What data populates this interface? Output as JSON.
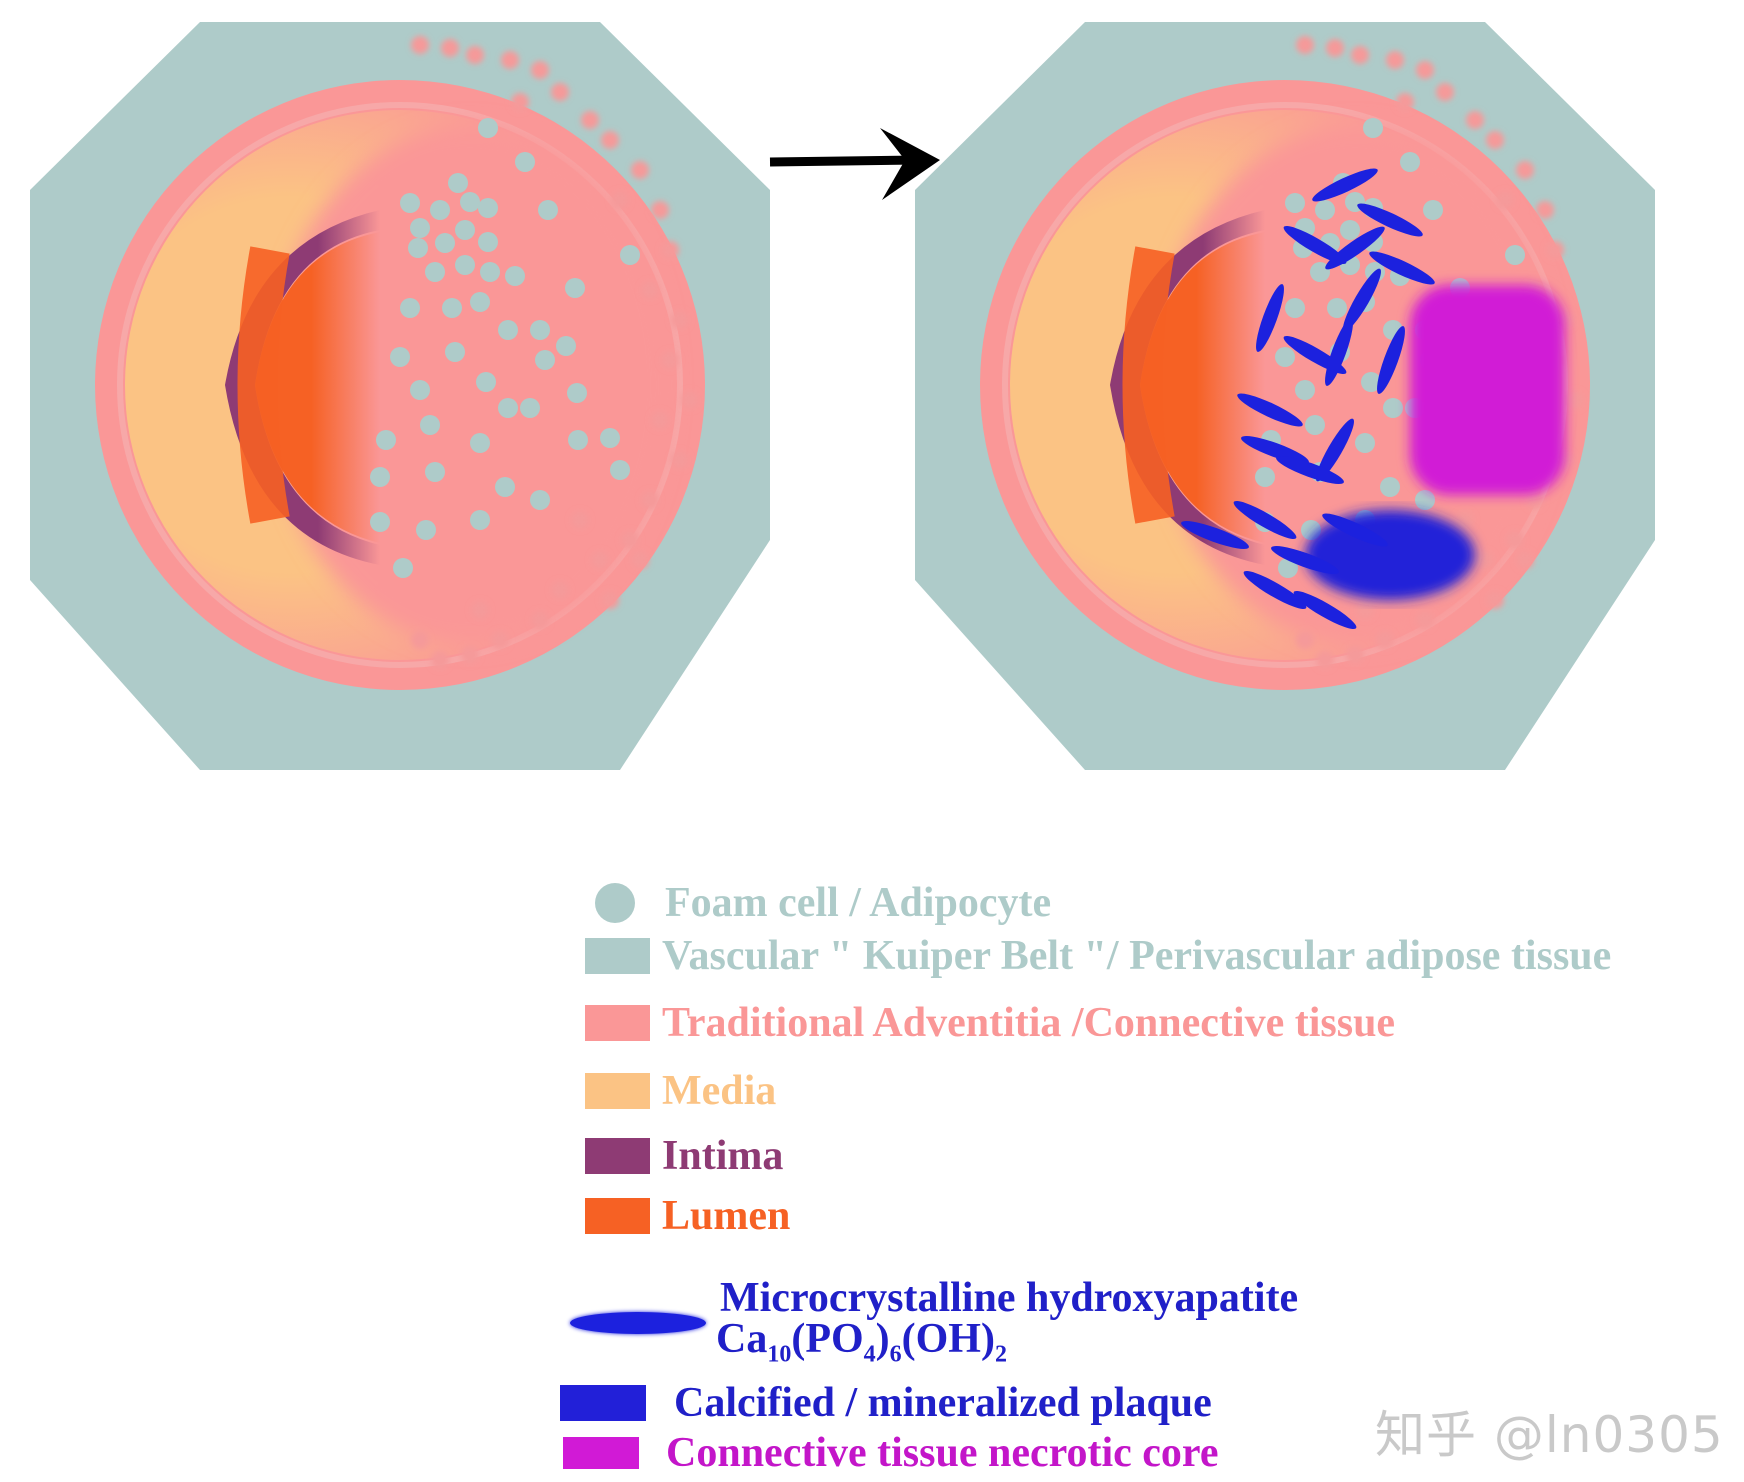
{
  "colors": {
    "pvat": "#aecbc9",
    "adventitia": "#fa9797",
    "media": "#fbc384",
    "intima": "#8e3b74",
    "lumen": "#f66124",
    "crystal": "#1c21de",
    "plaque": "#2220d8",
    "necrotic": "#d11ad6"
  },
  "panels": [
    {
      "name": "healthy-vessel",
      "has_plaque": false
    },
    {
      "name": "calcified-vessel",
      "has_plaque": true
    }
  ],
  "legend": {
    "foam_cell": "Foam cell / Adipocyte",
    "pvat": "Vascular \" Kuiper Belt \"/ Perivascular adipose tissue",
    "adventitia": "Traditional Adventitia /Connective tissue",
    "media": "Media",
    "intima": "Intima",
    "lumen": "Lumen",
    "hydroxyapatite": "Microcrystalline hydroxyapatite",
    "formula": {
      "ca": "Ca",
      "ca_sub": "10",
      "po": "(PO",
      "po_sub": "4",
      "close": ")",
      "close_sub": "6",
      "oh": "(OH)",
      "oh_sub": "2"
    },
    "plaque": "Calcified / mineralized plaque",
    "necrotic": "Connective tissue necrotic core"
  },
  "watermark": "知乎 @ln0305"
}
